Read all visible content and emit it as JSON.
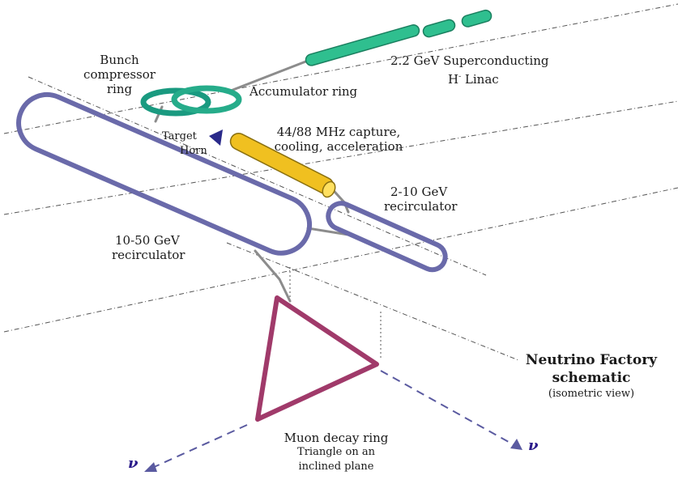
{
  "labels": {
    "linac_line1": "2.2 GeV Superconducting",
    "linac_h": "H",
    "linac_sup": "-",
    "linac_rest": " Linac",
    "bunch_line1": "Bunch",
    "bunch_line2": "compressor",
    "bunch_line3": "ring",
    "accumulator": "Accumulator ring",
    "target": "Target",
    "horn": "Horn",
    "capture_line1": "44/88 MHz capture,",
    "capture_line2": "cooling, acceleration",
    "recirc_small_line1": "2-10  GeV",
    "recirc_small_line2": "recirculator",
    "recirc_large_line1": "10-50  GeV",
    "recirc_large_line2": "recirculator",
    "title_line1": "Neutrino Factory",
    "title_line2": "schematic",
    "subtitle": "(isometric view)",
    "muon_line1": "Muon decay ring",
    "muon_line2": "Triangle on an",
    "muon_line3": "inclined plane",
    "nu_left": "ν",
    "nu_right": "ν"
  },
  "colors": {
    "linac": "#2fbf8f",
    "rings": "#1a9a80",
    "recirculator": "#6a6aaa",
    "muon_ring": "#a03a6a",
    "cooling": "#f0c020",
    "beamline": "#909090",
    "neutrino_arrow": "#5a5aa0"
  }
}
